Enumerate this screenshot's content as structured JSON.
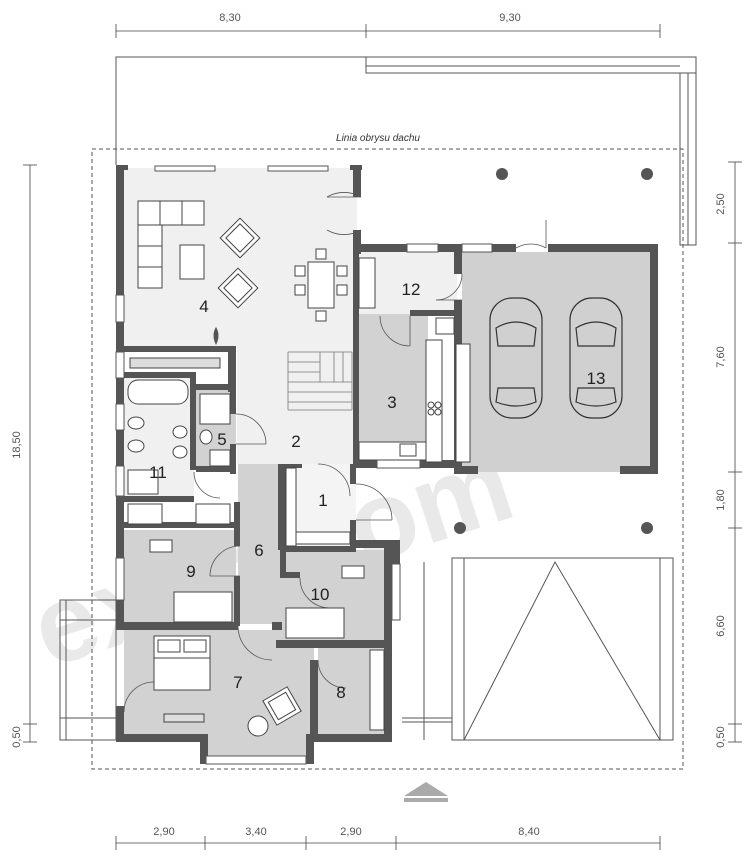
{
  "roof_line_label": "Linia obrysu dachu",
  "watermark": "extradom",
  "dimensions": {
    "top": [
      "8,30",
      "9,30"
    ],
    "bottom": [
      "2,90",
      "3,40",
      "2,90",
      "8,40"
    ],
    "left": [
      "18,50",
      "0,50"
    ],
    "right": [
      "2,50",
      "7,60",
      "1,80",
      "6,60",
      "0,50"
    ]
  },
  "rooms": [
    "1",
    "2",
    "3",
    "4",
    "5",
    "6",
    "7",
    "8",
    "9",
    "10",
    "11",
    "12",
    "13"
  ],
  "colors": {
    "wall": "#555555",
    "room_light": "#f0f0f0",
    "room_mid": "#d2d2d2",
    "room_dark": "#c3c3c3",
    "entrance_arrow": "#aaaaaa"
  }
}
